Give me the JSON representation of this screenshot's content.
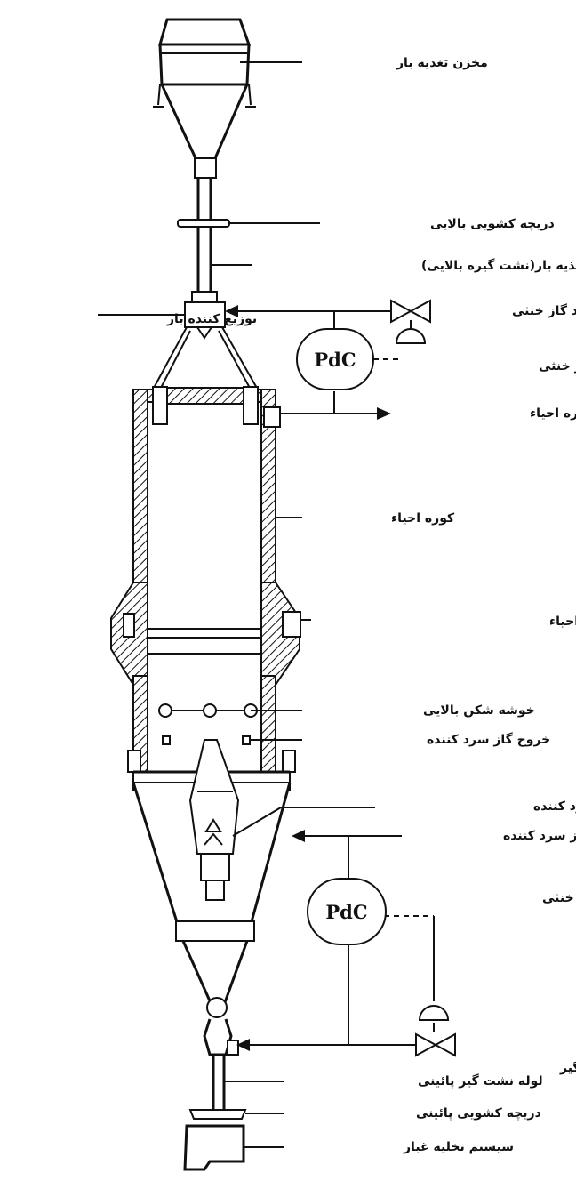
{
  "labels": {
    "feed_hopper": "مخزن تغذیه بار",
    "upper_slide_valve": "دریچه کشویی بالایی",
    "feed_pipe": "لوله تغذیه بار(نشت گیره بالایی)",
    "feed_distributor": "توزیع کننده بار",
    "inert_gas_inlet": "ورود گاز خنثی",
    "pressure_regulator_top": "تنظیم کننده فشار گاز خنثی",
    "reduction_furnace_gas_outlet": "گاز خروجی کوره احیاء",
    "reduction_furnace": "کوره احیاء",
    "reducing_gas_inlet": "ورود گاز احیاء کننده به کوره احیاء",
    "upper_cluster_breaker": "خوشه شکن بالایی",
    "coolant_gas_outlet": "خروج گاز سرد کننده",
    "coolant_distributor": "راکتور توزیع گاز سرد کننده",
    "coolant_gas_inlet": "ورود گاز سرد کننده",
    "pressure_regulator_bottom": "تنظیم کننده فشار گاز خنثی",
    "seal_inert_gas_inlet": "ورود گاز خنثی نشت گیر",
    "lower_seal_pipe": "لوله نشت گیر پائینی",
    "lower_slide_valve": "دریچه کشویی پائینی",
    "dust_discharge": "سیستم تخلیه غبار"
  },
  "controllers": {
    "top": "PdC",
    "bottom": "PdC"
  },
  "colors": {
    "ink": "#111111",
    "background": "#ffffff"
  }
}
